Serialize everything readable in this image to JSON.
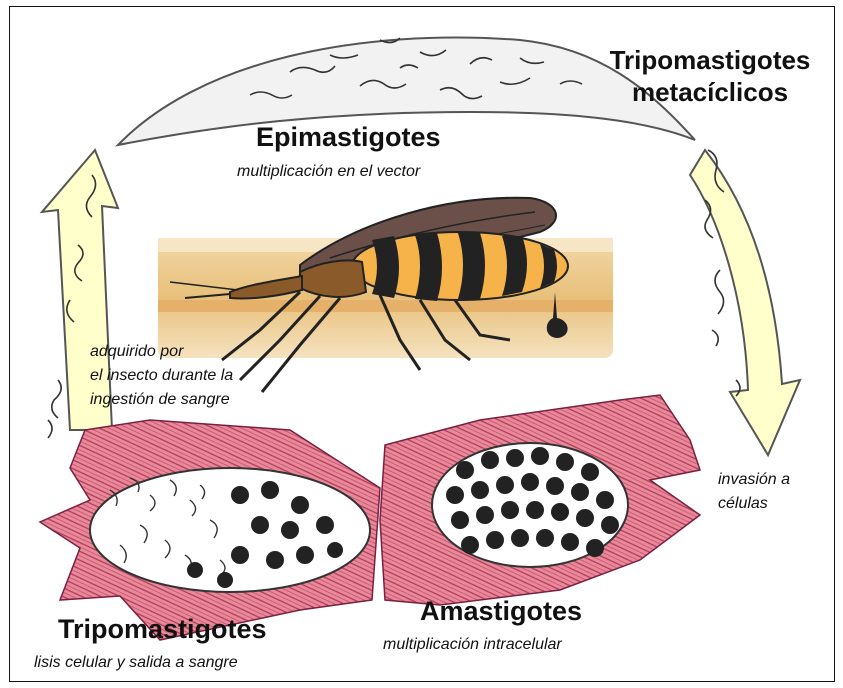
{
  "labels": {
    "epimastigotes": "Epimastigotes",
    "epimastigotes_sub": "multiplicación en el vector",
    "metacyclic_line1": "Tripomastigotes",
    "metacyclic_line2": "metacíclicos",
    "acquired_line1": "adquirido por",
    "acquired_line2": "el insecto durante la",
    "acquired_line3": "ingestión de sangre",
    "invasion_line1": "invasión a",
    "invasion_line2": "células",
    "trypomastigotes": "Tripomastigotes",
    "trypomastigotes_sub": "lisis celular y salida a sangre",
    "amastigotes": "Amastigotes",
    "amastigotes_sub": "multiplicación intracelular"
  },
  "colors": {
    "muscle": "#e88a9a",
    "muscle_stripe": "#b23a5a",
    "vacuole": "#ffffff",
    "arrow": "#ffffcc",
    "gut": "#f0f0f0",
    "insect_body": "#8a5a2a",
    "insect_band": "#f5b34a",
    "insect_wing": "#6a5048",
    "skin": "#e8c07a"
  }
}
